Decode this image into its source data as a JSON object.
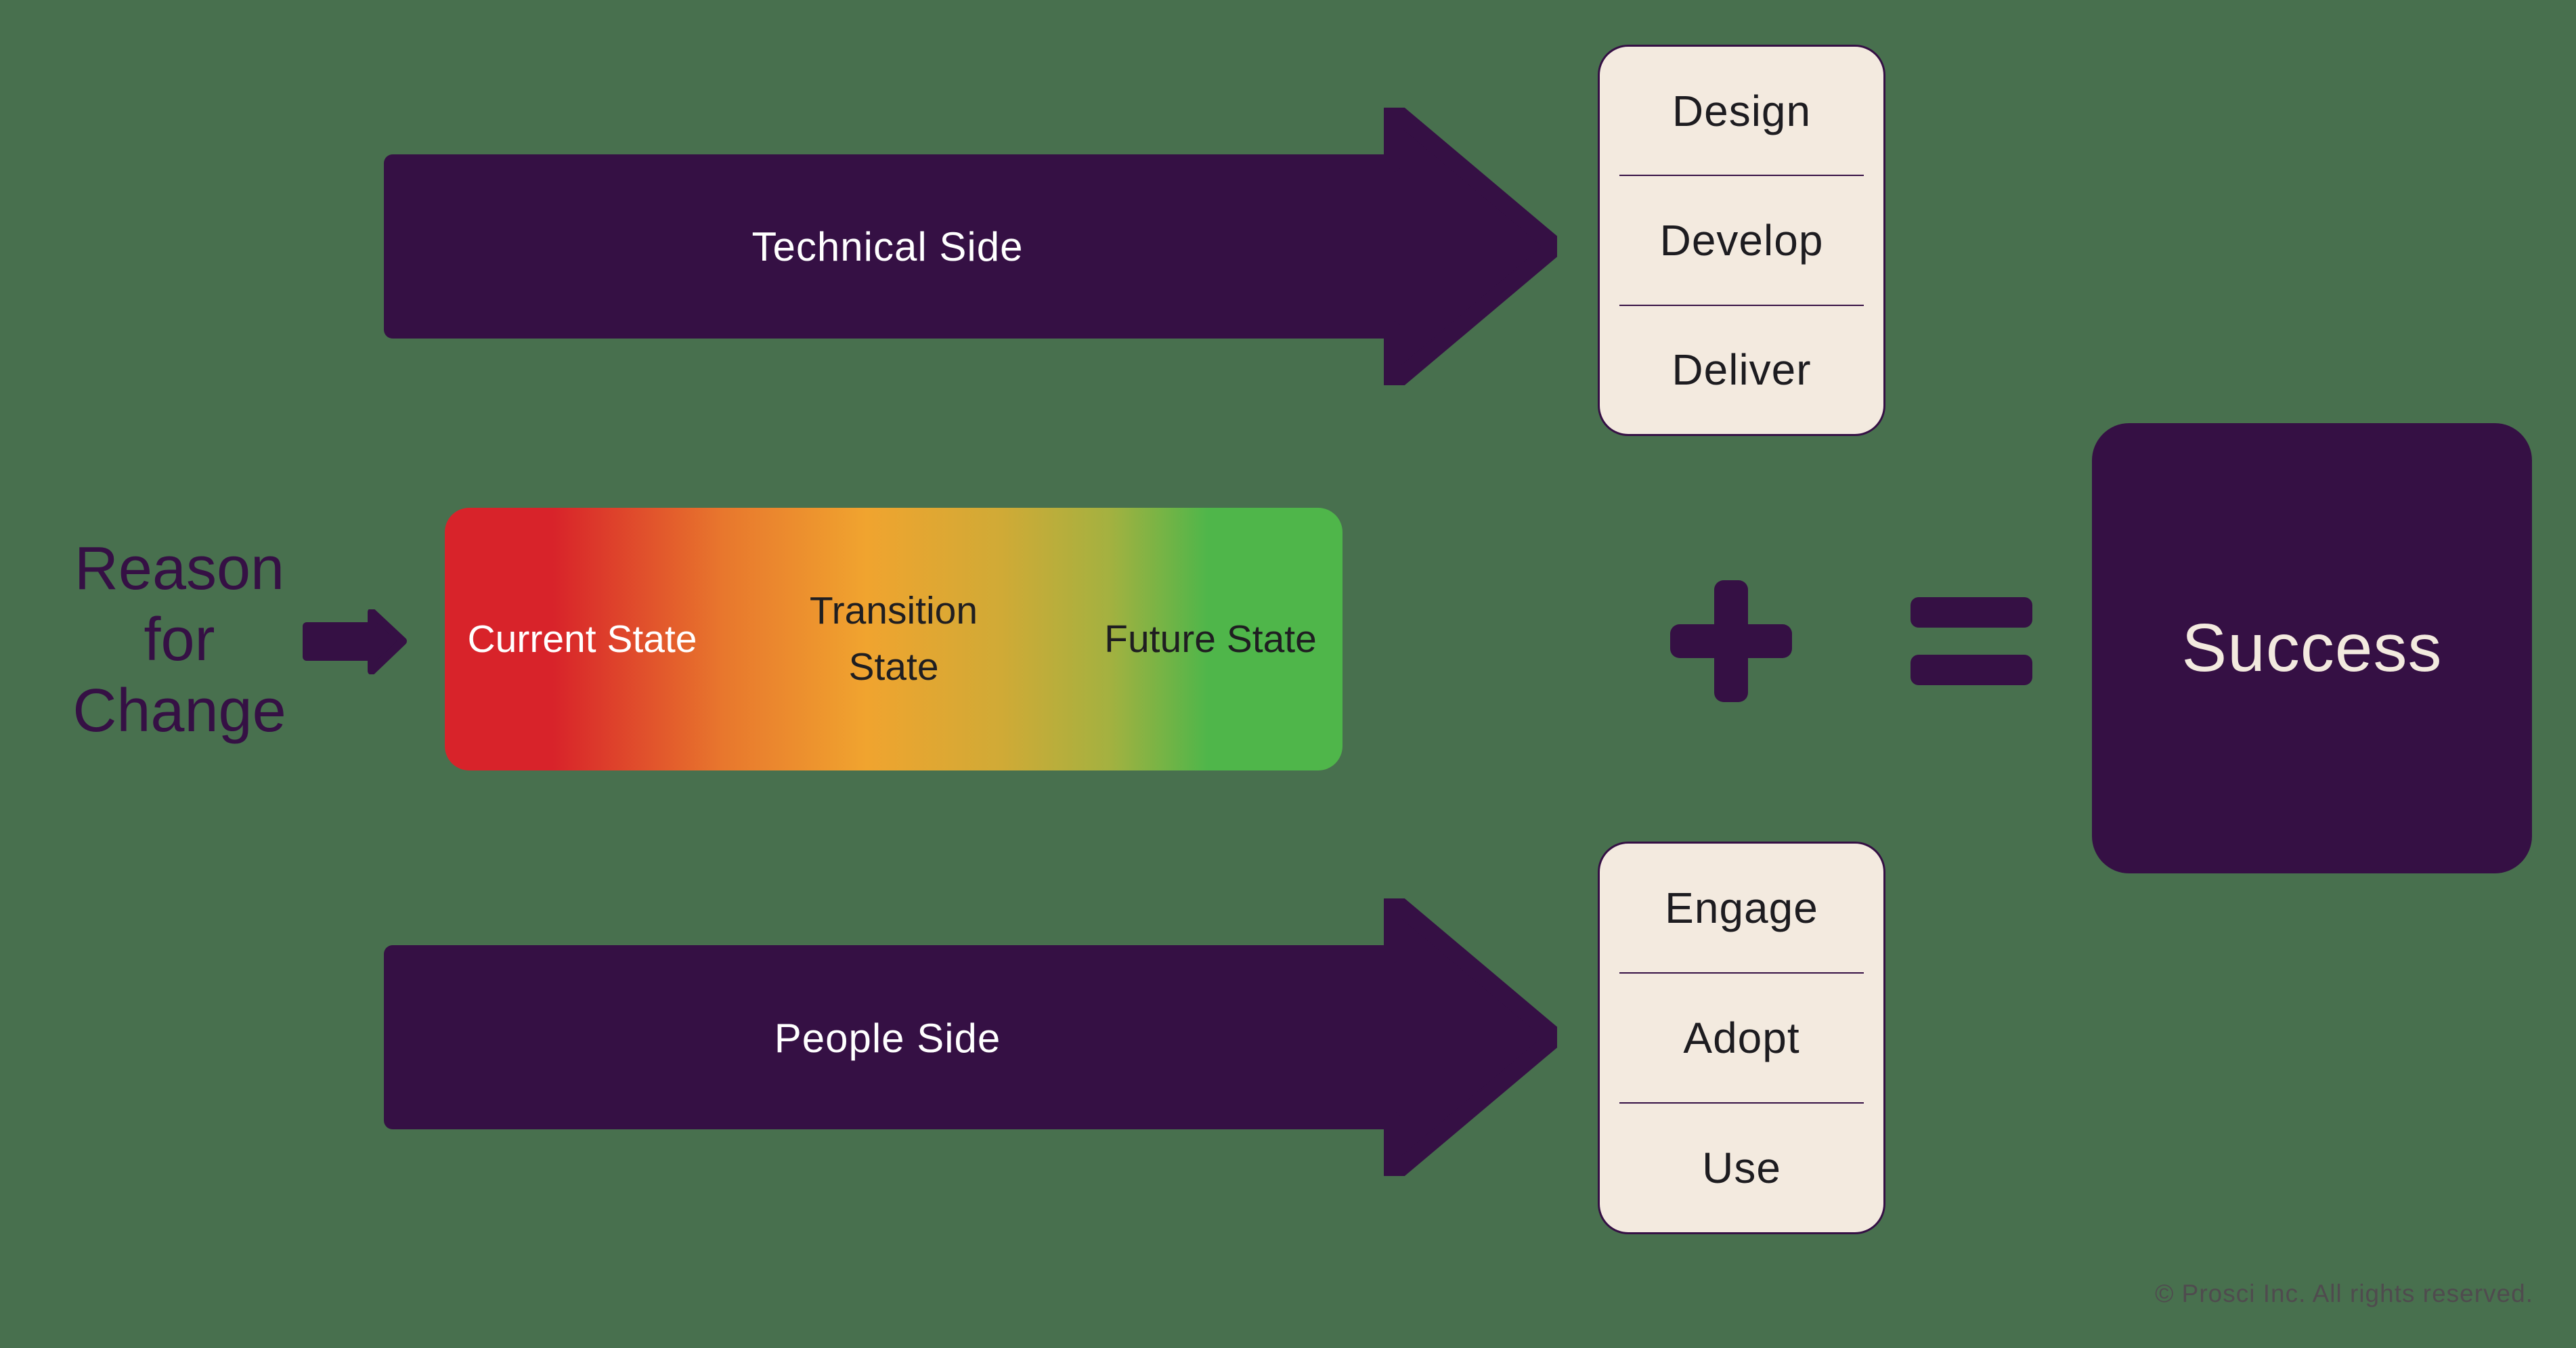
{
  "colors": {
    "background": "#48704E",
    "primary_purple": "#351044",
    "cream": "#F3EADF",
    "text_dark": "#1D1C20",
    "arrow_text_white": "#FFFFFF",
    "gradient_stops": [
      "#D8232A",
      "#E8772D",
      "#F0A42F",
      "#D0AA36",
      "#A4B140",
      "#4FB64A"
    ],
    "copyright_gray": "#4F4B4E"
  },
  "technical_flow": {
    "arrow_label": "Technical Side",
    "steps": [
      "Design",
      "Develop",
      "Deliver"
    ]
  },
  "people_flow": {
    "arrow_label": "People Side",
    "steps": [
      "Engage",
      "Adopt",
      "Use"
    ]
  },
  "change": {
    "reason_lines": [
      "Reason",
      "for",
      "Change"
    ],
    "states": [
      "Current State",
      "Transition State",
      "Future State"
    ]
  },
  "equation": {
    "plus_symbol": "+",
    "equals_symbol": "=",
    "result": "Success"
  },
  "footer": {
    "copyright": "© Prosci Inc. All rights reserved."
  }
}
